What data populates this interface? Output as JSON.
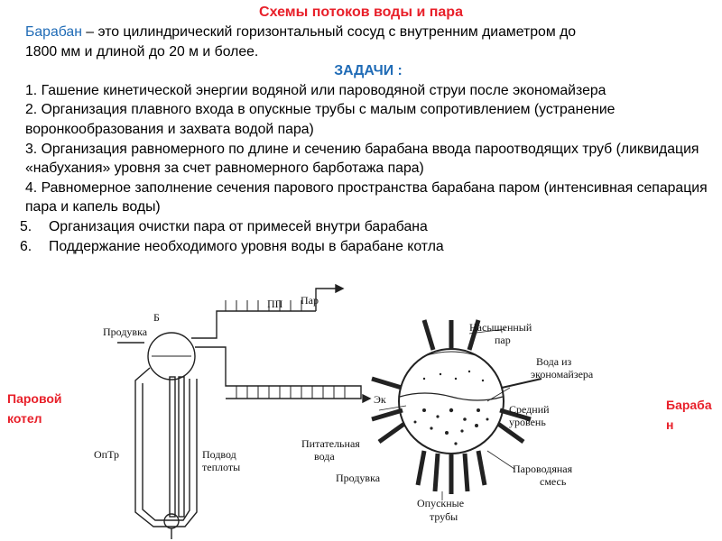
{
  "title": "Схемы потоков воды и пара",
  "definition": {
    "term": "Барабан",
    "rest": " – это цилиндрический горизонтальный сосуд с внутренним диаметром до",
    "line2": " 1800 мм  и  длиной до 20 м  и более."
  },
  "tasks_heading": "ЗАДАЧИ :",
  "tasks": [
    {
      "num": "1.",
      "text": "  Гашение кинетической энергии водяной или пароводяной струи после экономайзера"
    },
    {
      "num": "2.",
      "text": "  Организация плавного входа в опускные трубы с малым сопротивлением (устранение воронкообразования   и захвата водой пара)"
    },
    {
      "num": "3.",
      "text": "  Организация равномерного по длине  и сечению барабана ввода пароотводящих труб (ликвидация «набухания» уровня за счет равномерного барботажа  пара)"
    },
    {
      "num": "4.",
      "text": "  Равномерное заполнение сечения  парового пространства барабана паром (интенсивная сепарация пара и капель воды)"
    }
  ],
  "list": [
    {
      "num": "5.",
      "text": "Организация очистки пара от примесей внутри барабана"
    },
    {
      "num": "6.",
      "text": "Поддержание необходимого уровня воды в барабане котла"
    }
  ],
  "side_left": {
    "line1": "Паровой",
    "line2": "котел"
  },
  "side_right": {
    "line1": "Бараба",
    "line2": "н"
  },
  "diagram": {
    "labels": {
      "b": "Б",
      "produvka_top": "Продувка",
      "par_top": "Пар",
      "pp": "ПП",
      "ek": "Эк",
      "optr": "ОпТр",
      "podvod1": "Подвод",
      "podvod2": "теплоты",
      "pitatelnaya1": "Питательная",
      "pitatelnaya2": "вода",
      "produvka": "Продувка",
      "nasyshchenny1": "Насыщенный",
      "nasyshchenny2": "пар",
      "voda_iz1": "Вода из",
      "voda_iz2": "экономайзера",
      "sredny1": "Средний",
      "sredny2": "уровень",
      "parovodyanaya1": "Пароводяная",
      "parovodyanaya2": "смесь",
      "opusknye1": "Опускные",
      "opusknye2": "трубы"
    }
  },
  "colors": {
    "accent_red": "#e8202a",
    "accent_blue": "#1f6bb6"
  }
}
